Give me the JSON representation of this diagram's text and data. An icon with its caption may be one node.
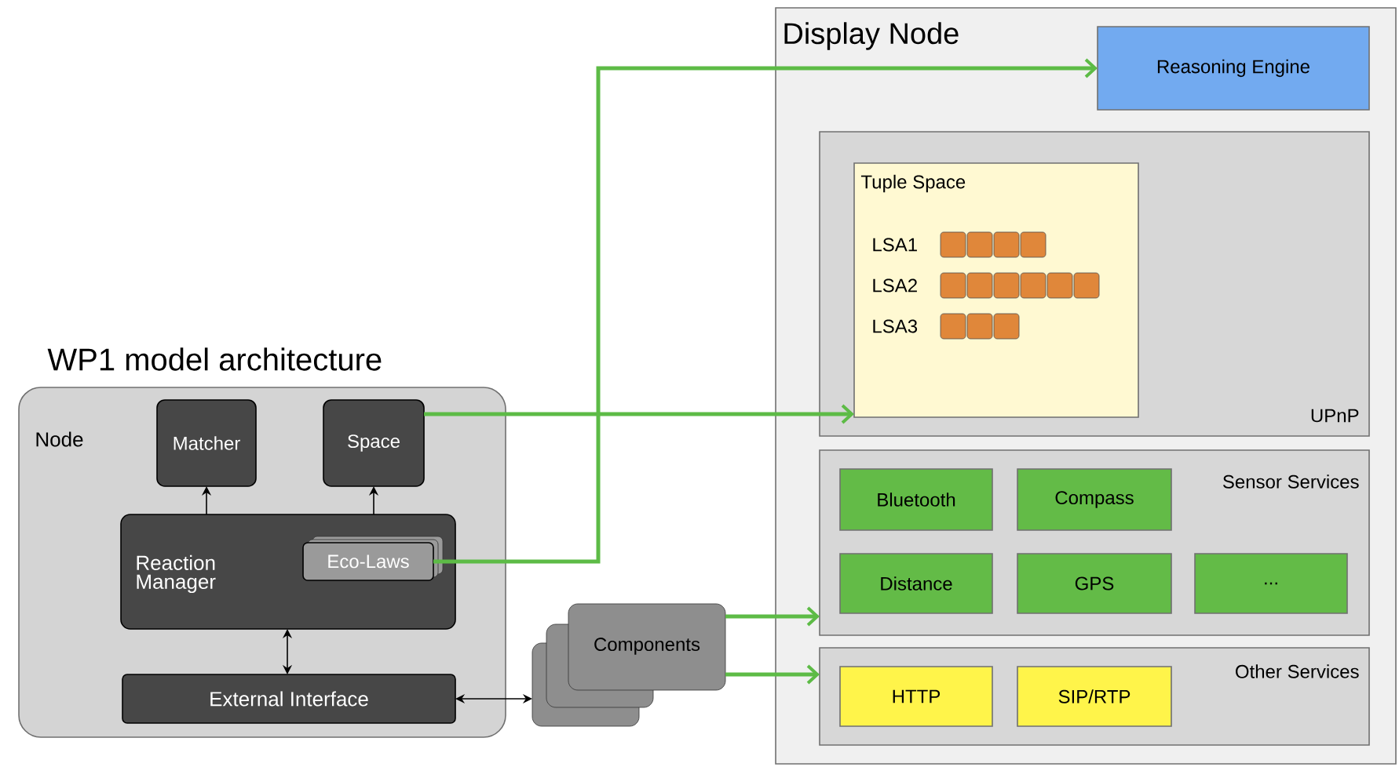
{
  "diagram": {
    "title": "WP1 model architecture",
    "nodes": [
      {
        "text": [
          "Node"
        ]
      },
      {
        "text": [
          "Matcher"
        ],
        "in": 0
      },
      {
        "text": [
          "Space"
        ],
        "in": 0
      },
      {
        "text": [
          "Reaction Manager"
        ],
        "in": 0
      },
      {
        "text": [
          "Eco-Laws"
        ],
        "in": 3
      },
      {
        "text": [
          "External Interface"
        ],
        "in": 0
      },
      {
        "text": [
          "Components"
        ]
      },
      {
        "text": [
          "Display Node"
        ]
      },
      {
        "text": [
          "Reasoning Engine"
        ],
        "in": 7
      },
      {
        "text": [
          "UPnP"
        ],
        "in": 7
      },
      {
        "text": [
          "Tuple Space"
        ],
        "in": 9
      },
      {
        "text": [
          "Sensor Services"
        ],
        "in": 7
      },
      {
        "text": [
          "Bluetooth"
        ],
        "in": 11
      },
      {
        "text": [
          "Compass"
        ],
        "in": 11
      },
      {
        "text": [
          "Distance"
        ],
        "in": 11
      },
      {
        "text": [
          "GPS"
        ],
        "in": 11
      },
      {
        "text": [
          "..."
        ],
        "in": 11
      },
      {
        "text": [
          "Other Services"
        ],
        "in": 7
      },
      {
        "text": [
          "HTTP"
        ],
        "in": 17
      },
      {
        "text": [
          "SIP/RTP"
        ],
        "in": 17
      }
    ],
    "edges": [
      {
        "from": 3,
        "to": 1,
        "arrow": "to",
        "color": "#000000"
      },
      {
        "from": 3,
        "to": 2,
        "arrow": "to",
        "color": "#000000"
      },
      {
        "from": 3,
        "to": 5,
        "arrow": "both",
        "color": "#000000"
      },
      {
        "from": 5,
        "to": 6,
        "arrow": "both",
        "color": "#000000"
      },
      {
        "from": 2,
        "to": 10,
        "arrow": "to",
        "style": "thick",
        "color": "#5dbb46"
      },
      {
        "from": 4,
        "to": 8,
        "arrow": "to",
        "style": "thick",
        "color": "#5dbb46"
      },
      {
        "from": 6,
        "to": 11,
        "arrow": "to",
        "style": "thick",
        "color": "#5dbb46"
      },
      {
        "from": 6,
        "to": 17,
        "arrow": "to",
        "style": "thick",
        "color": "#5dbb46"
      }
    ],
    "labels": [
      "LSA1",
      "LSA2",
      "LSA3"
    ]
  }
}
